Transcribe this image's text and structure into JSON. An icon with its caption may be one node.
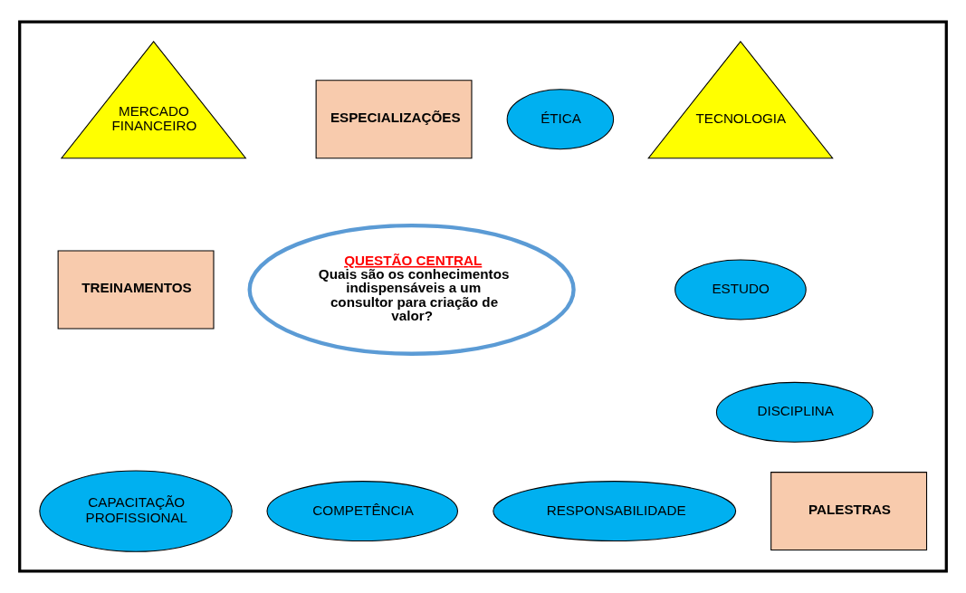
{
  "diagram": {
    "nodes": [
      {
        "text": [],
        "shape": "box"
      },
      {
        "text": [
          "MERCADO FINANCEIRO"
        ],
        "in": 0
      },
      {
        "text": [
          "ESPECIALIZAÇÕES"
        ],
        "in": 0
      },
      {
        "text": [
          "ÉTICA"
        ],
        "in": 0
      },
      {
        "text": [
          "TECNOLOGIA"
        ],
        "in": 0
      },
      {
        "text": [
          "TREINAMENTOS"
        ],
        "in": 0
      },
      {
        "text": [
          "QUESTÃO CENTRAL",
          "Quais são os conhecimentos indispensáveis a um consultor para criação de valor?"
        ],
        "in": 0
      },
      {
        "text": [
          "ESTUDO"
        ],
        "in": 0
      },
      {
        "text": [
          "DISCIPLINA"
        ],
        "in": 0
      },
      {
        "text": [
          "CAPACITAÇÃO PROFISSIONAL"
        ],
        "in": 0
      },
      {
        "text": [
          "COMPETÊNCIA"
        ],
        "in": 0
      },
      {
        "text": [
          "RESPONSABILIDADE"
        ],
        "in": 0
      },
      {
        "text": [
          "PALESTRAS"
        ],
        "in": 0
      }
    ],
    "edges": []
  }
}
